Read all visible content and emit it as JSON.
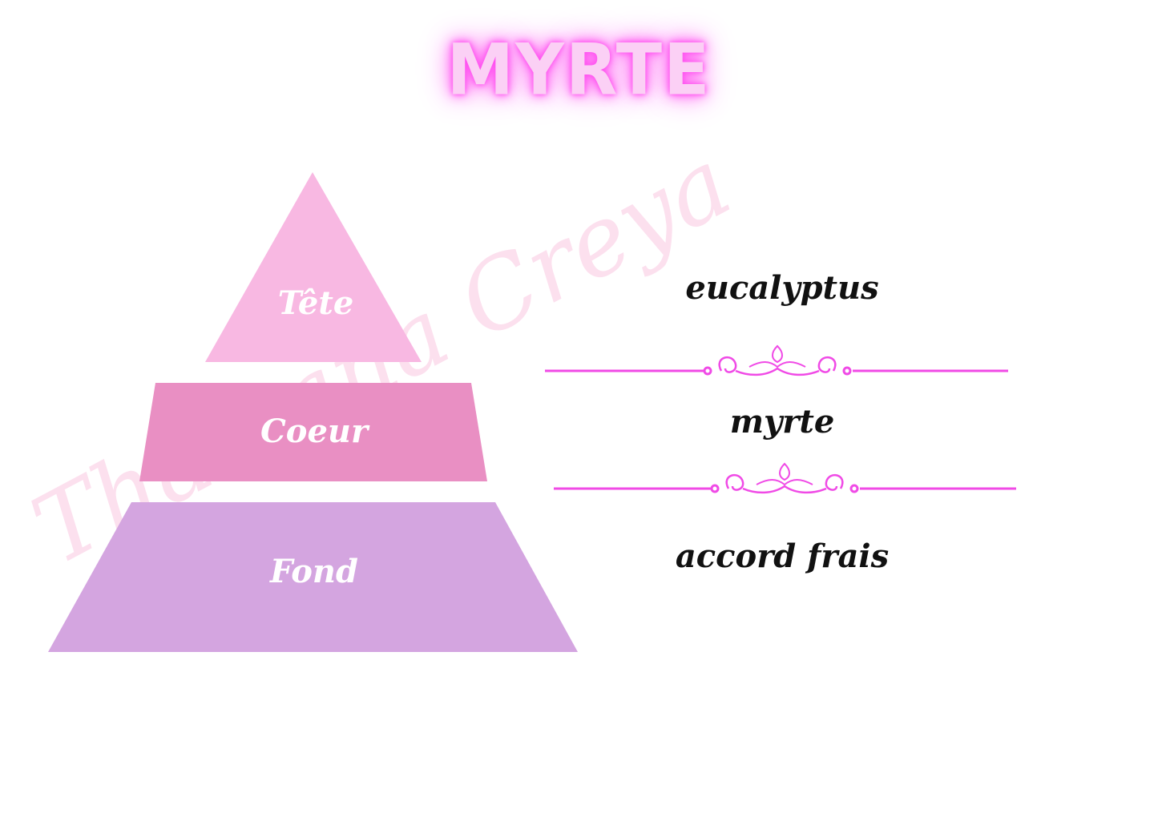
{
  "title": "MYRTE",
  "pyramid": {
    "tiers": [
      {
        "label": "Tête",
        "color": "#f8b8e2"
      },
      {
        "label": "Coeur",
        "color": "#e98fc3"
      },
      {
        "label": "Fond",
        "color": "#d4a5e0"
      }
    ]
  },
  "notes": {
    "top": "eucalyptus",
    "heart": "myrte",
    "base": "accord frais"
  },
  "divider_color": "#f04ae6",
  "watermark": "Thamana Creya"
}
